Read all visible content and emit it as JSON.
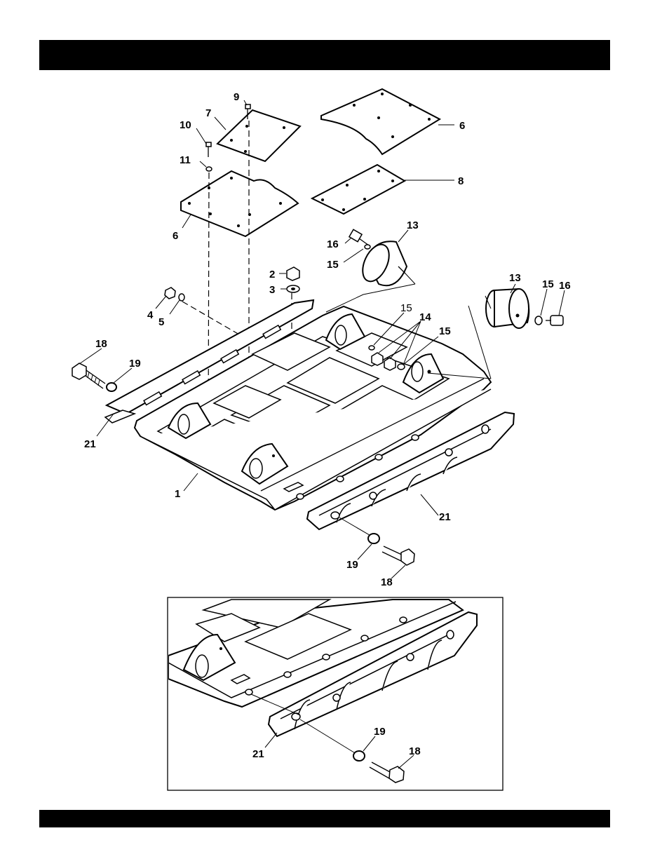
{
  "header": {
    "title": ""
  },
  "footer": {
    "text": ""
  },
  "callouts": {
    "main": [
      {
        "id": "c9",
        "text": "9"
      },
      {
        "id": "c7",
        "text": "7"
      },
      {
        "id": "c10",
        "text": "10"
      },
      {
        "id": "c11",
        "text": "11"
      },
      {
        "id": "c6a",
        "text": "6"
      },
      {
        "id": "c6b",
        "text": "6"
      },
      {
        "id": "c8",
        "text": "8"
      },
      {
        "id": "c13a",
        "text": "13"
      },
      {
        "id": "c16a",
        "text": "16"
      },
      {
        "id": "c15a",
        "text": "15"
      },
      {
        "id": "c2",
        "text": "2"
      },
      {
        "id": "c3",
        "text": "3"
      },
      {
        "id": "c4",
        "text": "4"
      },
      {
        "id": "c5",
        "text": "5"
      },
      {
        "id": "c13b",
        "text": "13"
      },
      {
        "id": "c15b",
        "text": "15"
      },
      {
        "id": "c16b",
        "text": "16"
      },
      {
        "id": "c15c",
        "text": "15"
      },
      {
        "id": "c14",
        "text": "14"
      },
      {
        "id": "c15d",
        "text": "15"
      },
      {
        "id": "c18a",
        "text": "18"
      },
      {
        "id": "c19a",
        "text": "19"
      },
      {
        "id": "c21a",
        "text": "21"
      },
      {
        "id": "c1",
        "text": "1"
      },
      {
        "id": "c21b",
        "text": "21"
      },
      {
        "id": "c19b",
        "text": "19"
      },
      {
        "id": "c18b",
        "text": "18"
      }
    ],
    "inset": [
      {
        "id": "i19",
        "text": "19"
      },
      {
        "id": "i18",
        "text": "18"
      },
      {
        "id": "i21",
        "text": "21"
      }
    ]
  }
}
